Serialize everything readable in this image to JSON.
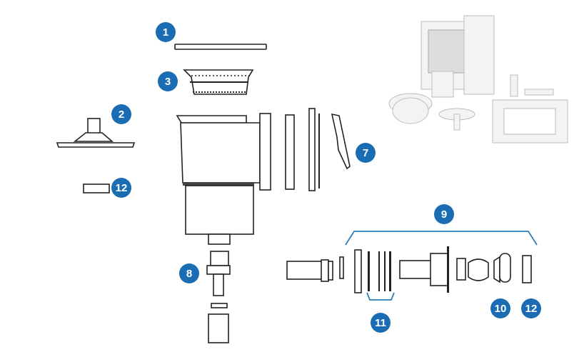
{
  "title": "Pool skimmer exploded parts diagram",
  "badge_color": "#1b6db3",
  "callouts": {
    "lid": "1",
    "weir_plate": "2",
    "basket": "3",
    "weir": "7",
    "adapter": "8",
    "return_fitting_kit": "9",
    "eyeball": "10",
    "gaskets": "11",
    "plug_left": "12",
    "plug_right": "12"
  }
}
